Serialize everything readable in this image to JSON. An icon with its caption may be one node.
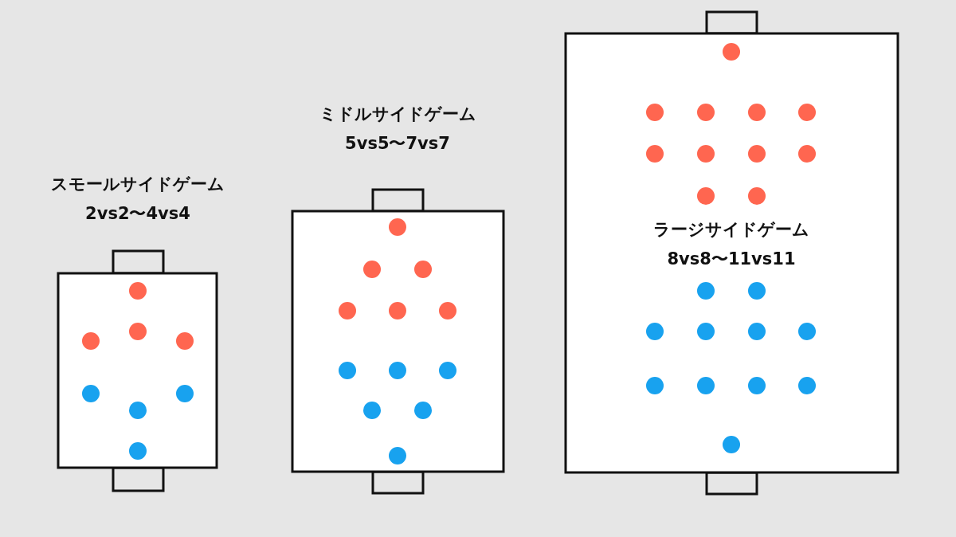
{
  "diagram": {
    "nodes": [
      {
        "text": [
          "スモールサイドゲーム",
          "2vs2〜4vs4"
        ]
      },
      {
        "text": [
          "ミドルサイドゲーム",
          "5vs5〜7vs7"
        ]
      },
      {
        "text": [
          "ラージサイドゲーム",
          "8vs8〜11vs11"
        ]
      }
    ]
  }
}
